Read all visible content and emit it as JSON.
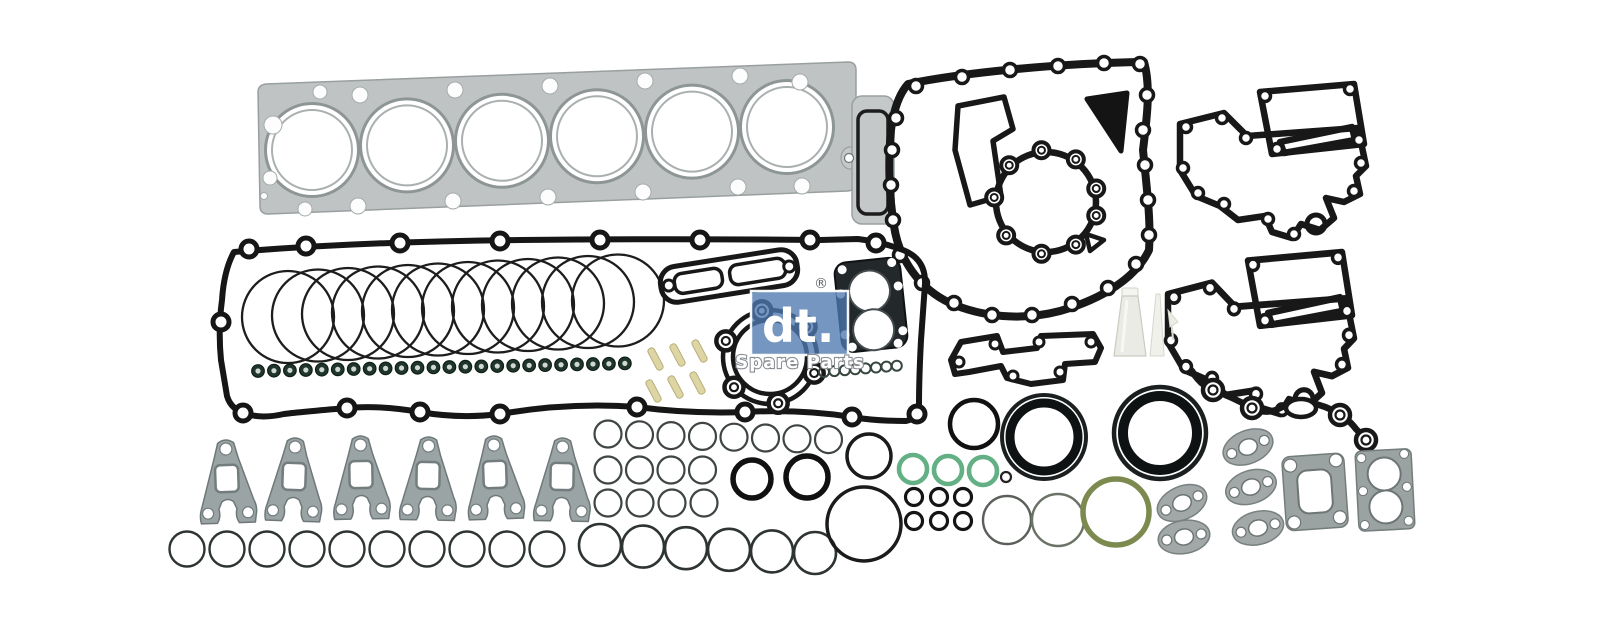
{
  "meta": {
    "type": "product-photo",
    "subject": "complete engine gasket kit laid out on a white background"
  },
  "watermark": {
    "logo": "dt.",
    "registered": "®",
    "tagline": "Spare Parts"
  },
  "palette": {
    "background": "#ffffff",
    "gasket_black": "#181818",
    "head_gasket_gray": "#bfc3c3",
    "manifold_gray": "#9ba4a4",
    "ring_steel": "#3f4444",
    "ring_dark": "#2e3333",
    "oring_green": "#63b084",
    "oring_olive": "#7c8a50",
    "valve_seal_green": "#20352b",
    "pin_beige": "#ddd5a4",
    "sealant_ivory": "#e9ebe4",
    "watermark_blue": "#4d78ae"
  },
  "parts": [
    {
      "id": "cylinder-head-gasket",
      "qty": 1
    },
    {
      "id": "end-plate-gasket",
      "qty": 1
    },
    {
      "id": "timing-case-cover-gasket",
      "qty": 1
    },
    {
      "id": "water-pump-gasket",
      "qty": 1
    },
    {
      "id": "oil-cooler-gasket",
      "qty": 2
    },
    {
      "id": "valve-cover-gasket",
      "qty": 1
    },
    {
      "id": "piston-rings-large",
      "qty": 12
    },
    {
      "id": "valve-stem-seals",
      "qty": 24
    },
    {
      "id": "dowel-pins",
      "qty": 6
    },
    {
      "id": "intake-flange-gasket",
      "qty": 1
    },
    {
      "id": "turbocharger-flange-gasket",
      "qty": 1
    },
    {
      "id": "turbocharger-mount-gasket",
      "qty": 1
    },
    {
      "id": "oil-filter-housing-gasket",
      "qty": 1
    },
    {
      "id": "exhaust-manifold-gaskets",
      "qty": 6
    },
    {
      "id": "sealing-rings-row-a",
      "qty": 8
    },
    {
      "id": "sealing-rings-row-b",
      "qty": 4
    },
    {
      "id": "sealing-rings-row-c",
      "qty": 4
    },
    {
      "id": "sealing-rings-bottom",
      "qty": 10
    },
    {
      "id": "sealing-rings-row-d",
      "qty": 6
    },
    {
      "id": "small-metal-rings",
      "qty": 8
    },
    {
      "id": "o-rings-green",
      "qty": 3
    },
    {
      "id": "o-ring-grid-black",
      "qty": 6
    },
    {
      "id": "o-rings-thick-black",
      "qty": 2
    },
    {
      "id": "crankshaft-seals",
      "qty": 2
    },
    {
      "id": "o-ring-olive",
      "qty": 1
    },
    {
      "id": "sealant-tube",
      "qty": 1
    },
    {
      "id": "applicator-nozzle",
      "qty": 1
    },
    {
      "id": "oval-flange-gaskets",
      "qty": 5
    },
    {
      "id": "turbo-square-gasket",
      "qty": 1
    },
    {
      "id": "turbo-twin-port-gasket",
      "qty": 1
    },
    {
      "id": "oil-pipe-flange-gasket",
      "qty": 1
    }
  ]
}
